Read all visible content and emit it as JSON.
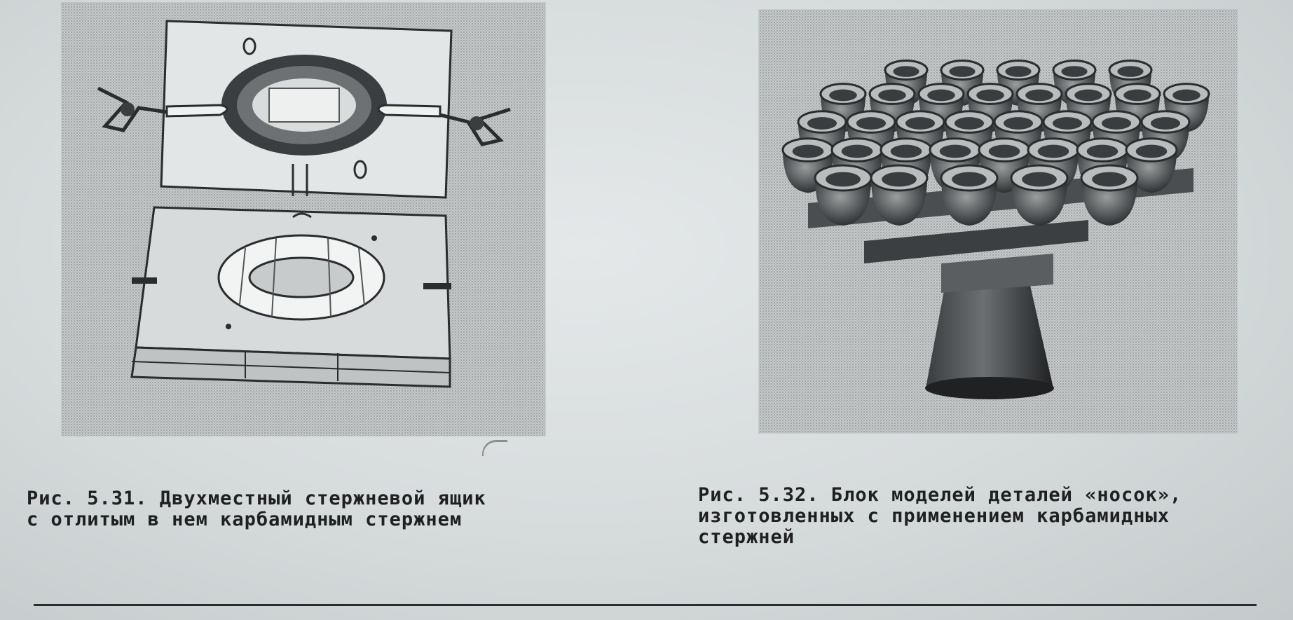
{
  "figures": [
    {
      "id": "fig-5-31",
      "caption_lines": [
        "Рис. 5.31. Двухместный стержневой ящик",
        "с отлитым  в нем карбамидным стержнем"
      ]
    },
    {
      "id": "fig-5-32",
      "caption_lines": [
        "Рис. 5.32. Блок моделей деталей «носок»,",
        "изготовленных с применением карбамидных",
        "стержней"
      ]
    }
  ],
  "colors": {
    "paper": "#d6dbdc",
    "ink": "#1e2022",
    "halftone": "#cdd1d1"
  }
}
